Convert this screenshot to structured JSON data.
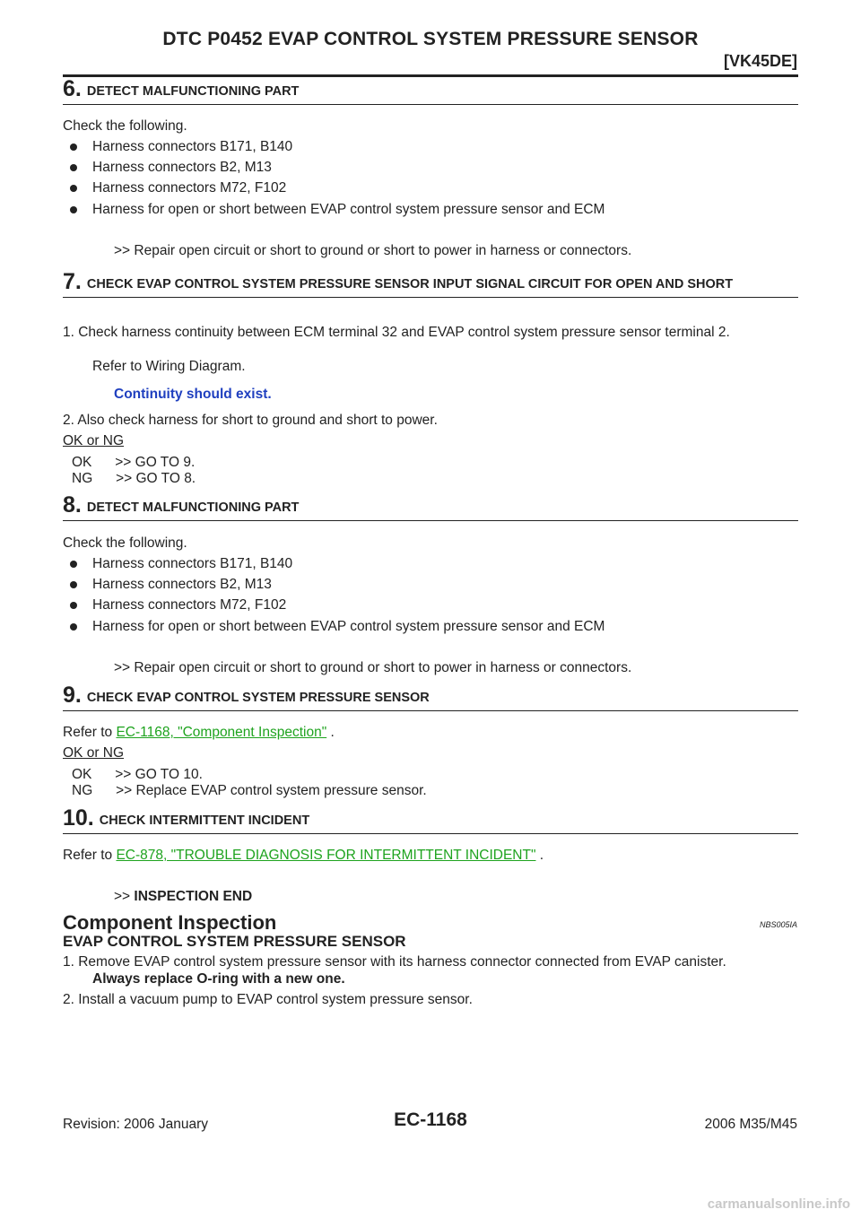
{
  "header": {
    "title": "DTC P0452 EVAP CONTROL SYSTEM PRESSURE SENSOR",
    "subtitle": "[VK45DE]"
  },
  "steps": {
    "s6": {
      "number": "6.",
      "title": "DETECT MALFUNCTIONING PART",
      "intro": "Check the following.",
      "bullets": [
        "Harness connectors B171, B140",
        "Harness connectors B2, M13",
        "Harness connectors M72, F102",
        "Harness for open or short between EVAP control system pressure sensor and ECM"
      ],
      "result": ">> Repair open circuit or short to ground or short to power in harness or connectors."
    },
    "s7": {
      "number": "7.",
      "title": "CHECK EVAP CONTROL SYSTEM PRESSURE SENSOR INPUT SIGNAL CIRCUIT FOR OPEN AND SHORT",
      "item1": "1.   Check harness continuity between ECM terminal 32 and EVAP control system pressure sensor terminal 2.",
      "item1b": "Refer to Wiring Diagram.",
      "spec": "Continuity should exist.",
      "item2": "2.   Also check harness for short to ground and short to power.",
      "oknglabel": "OK or NG",
      "ok": "OK      >> GO TO 9.",
      "ng": "NG      >> GO TO 8."
    },
    "s8": {
      "number": "8.",
      "title": "DETECT MALFUNCTIONING PART",
      "intro": "Check the following.",
      "bullets": [
        "Harness connectors B171, B140",
        "Harness connectors B2, M13",
        "Harness connectors M72, F102",
        "Harness for open or short between EVAP control system pressure sensor and ECM"
      ],
      "result": ">> Repair open circuit or short to ground or short to power in harness or connectors."
    },
    "s9": {
      "number": "9.",
      "title": "CHECK EVAP CONTROL SYSTEM PRESSURE SENSOR",
      "refer_prefix": "Refer to ",
      "refer_link": "EC-1168, \"Component Inspection\"",
      "refer_suffix": " .",
      "oknglabel": "OK or NG",
      "ok": "OK      >> GO TO 10.",
      "ng": "NG      >> Replace EVAP control system pressure sensor."
    },
    "s10": {
      "number": "10.",
      "title": "CHECK INTERMITTENT INCIDENT",
      "refer_prefix": "Refer to ",
      "refer_link": "EC-878, \"TROUBLE DIAGNOSIS FOR INTERMITTENT INCIDENT\"",
      "refer_suffix": " .",
      "end_prefix": ">> ",
      "end_text": "INSPECTION END"
    }
  },
  "component": {
    "title": "Component Inspection",
    "code": "NBS005IA",
    "subtitle": "EVAP CONTROL SYSTEM PRESSURE SENSOR",
    "item1": "1.   Remove EVAP control system pressure sensor with its harness connector connected from EVAP canister.",
    "item1b": "Always replace O-ring with a new one.",
    "item2": "2.   Install a vacuum pump to EVAP control system pressure sensor."
  },
  "footer": {
    "revision": "Revision: 2006 January",
    "page": "EC-1168",
    "model": "2006 M35/M45"
  },
  "watermark": "carmanualsonline.info"
}
